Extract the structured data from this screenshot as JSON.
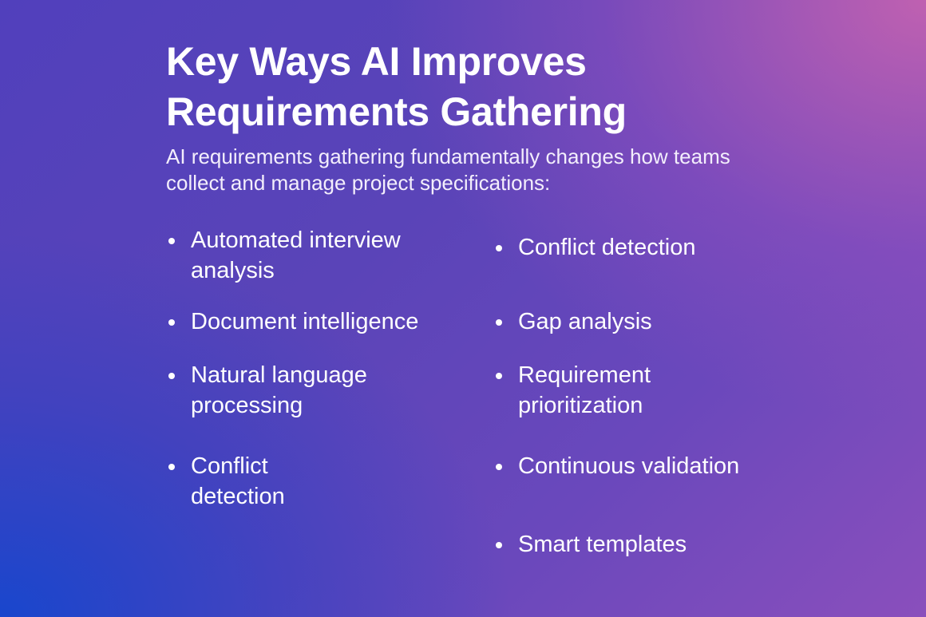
{
  "title": "Key Ways AI Improves Requirements Gathering",
  "subtitle": "AI requirements gathering fundamentally changes how teams collect and manage project specifications:",
  "left_items": [
    "Automated interview analysis",
    "Document intelligence",
    "Natural language processing",
    "Conflict detection"
  ],
  "right_items": [
    "Conflict detection",
    "Gap analysis",
    "Requirement prioritization",
    "Continuous validation",
    "Smart templates"
  ]
}
